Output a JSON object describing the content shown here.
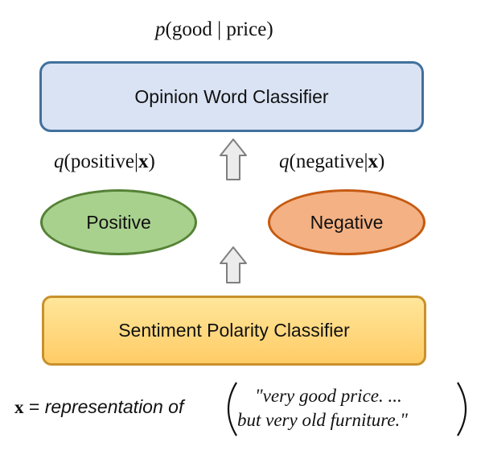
{
  "labels": {
    "top_p": "p",
    "top_open": "(",
    "top_good": "good",
    "top_sep": " | ",
    "top_price": "price",
    "top_close": ")",
    "q_pos_q": "q",
    "q_pos_text": "(positive|",
    "q_pos_x": "x",
    "q_pos_close": ")",
    "q_neg_q": "q",
    "q_neg_text": "(negative|",
    "q_neg_x": "x",
    "q_neg_close": ")"
  },
  "boxes": {
    "opinion": "Opinion Word Classifier",
    "sentiment": "Sentiment Polarity Classifier"
  },
  "ellipses": {
    "positive": "Positive",
    "negative": "Negative"
  },
  "input": {
    "x": "x",
    "equals": " = ",
    "phrase": "representation of",
    "quote_line1": "\"very good price. ...",
    "quote_line2": "but very old furniture.\""
  },
  "colors": {
    "opinion_fill": "#dae3f3",
    "opinion_border": "#41719c",
    "sentiment_fill": "#ffd37a",
    "sentiment_border": "#c9902b",
    "positive_fill": "#a9d18e",
    "positive_border": "#548235",
    "negative_fill": "#f4b183",
    "negative_border": "#c55a11",
    "arrow_fill": "#ececec",
    "arrow_border": "#7f7f7f"
  }
}
